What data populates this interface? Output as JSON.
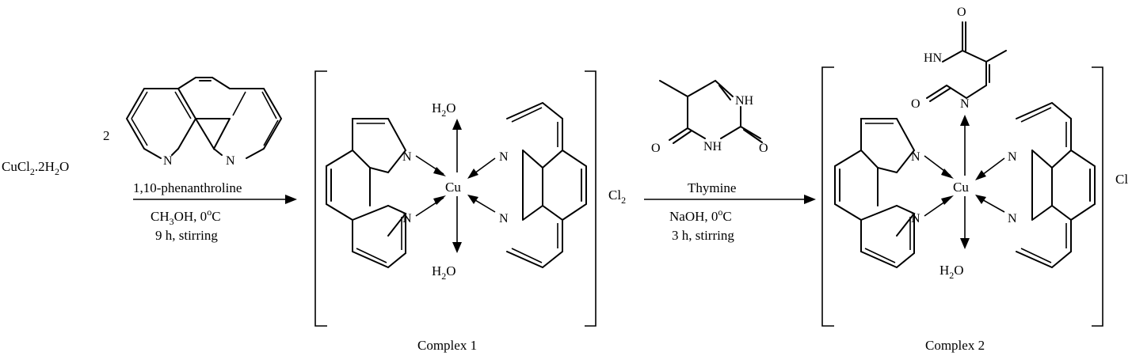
{
  "reactant": {
    "formula_main": "CuCl",
    "sub1": "2",
    "formula_mid": ".2H",
    "sub2": "2",
    "formula_end": "O"
  },
  "step1": {
    "coefficient": "2",
    "reagent_name": "1,10-phenanthroline",
    "solvent_a": "CH",
    "solvent_sub": "3",
    "solvent_b": "OH, 0",
    "degree": "o",
    "unit": "C",
    "time": "9 h, stirring"
  },
  "complex1": {
    "metal": "Cu",
    "ligand_h": "H",
    "ligand_sub": "2",
    "ligand_o": "O",
    "counter_main": "Cl",
    "counter_sub": "2",
    "caption": "Complex 1"
  },
  "step2": {
    "reagent_name": "Thymine",
    "base_a": "NaOH, 0",
    "degree": "o",
    "unit": "C",
    "time": "3 h, stirring"
  },
  "complex2": {
    "metal": "Cu",
    "ligand_h": "H",
    "ligand_sub": "2",
    "ligand_o": "O",
    "counter": "Cl",
    "caption": "Complex 2"
  },
  "atoms": {
    "N": "N",
    "O": "O",
    "NH": "NH",
    "HN": "HN"
  }
}
